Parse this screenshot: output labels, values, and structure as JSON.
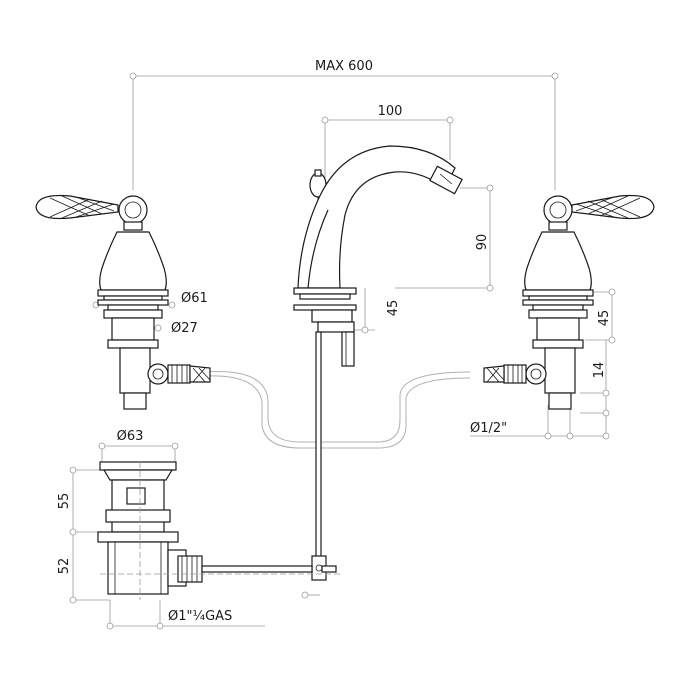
{
  "dimensions": {
    "max_span": "MAX 600",
    "spout_reach": "100",
    "spout_height": "90",
    "spout_base": "45",
    "handle_base_dia": "Ø61",
    "handle_stem_dia": "Ø27",
    "valve_height": "45",
    "valve_offset": "14",
    "inlet_thread": "Ø1/2\"",
    "waste_dia": "Ø63",
    "waste_upper": "55",
    "waste_lower": "52",
    "waste_thread": "Ø1\"¼GAS"
  }
}
